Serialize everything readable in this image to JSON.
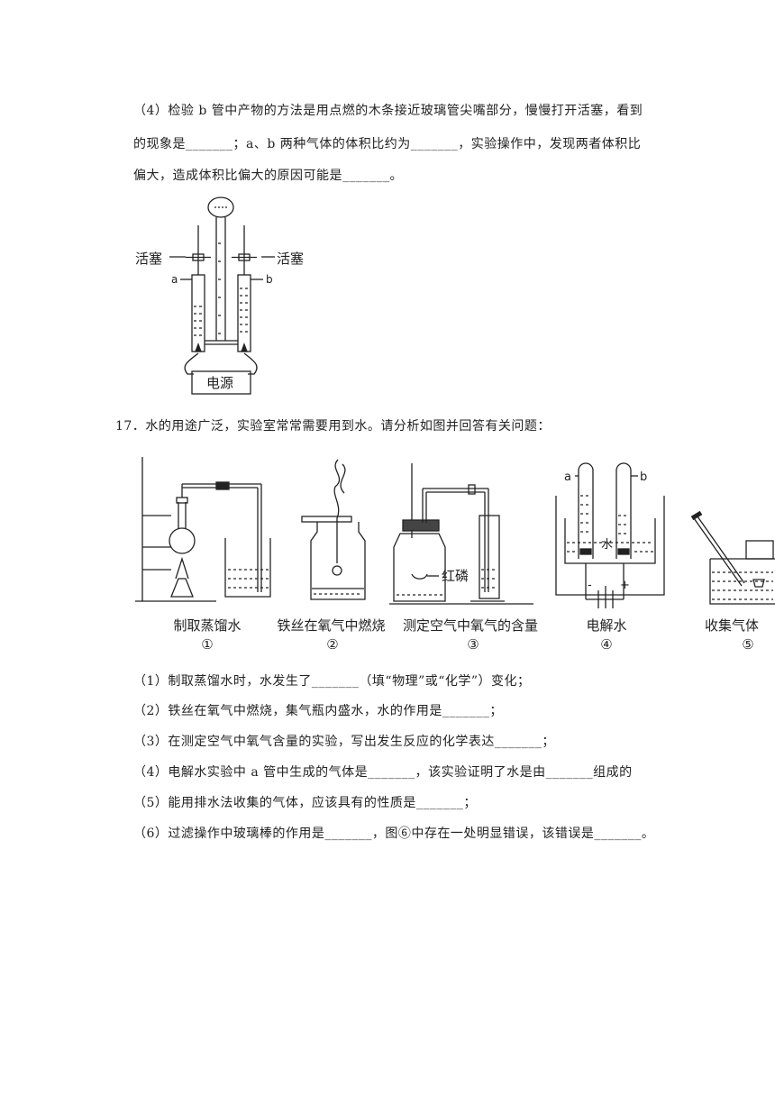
{
  "q16_part4": {
    "line1": "（4）检验 b 管中产物的方法是用点燃的木条接近玻璃管尖嘴部分，慢慢打开活塞，看到",
    "line2": "的现象是_______；a、b 两种气体的体积比约为_______，实验操作中，发现两者体积比",
    "line3": "偏大，造成体积比偏大的原因可能是_______。"
  },
  "fig1": {
    "left_valve": "活塞",
    "right_valve": "活塞",
    "tube_a": "a",
    "tube_b": "b",
    "power": "电源"
  },
  "q17": {
    "stem": "17．水的用途广泛，实验室常常需要用到水。请分析如图并回答有关问题：",
    "figures": [
      {
        "caption": "制取蒸馏水",
        "number": "①"
      },
      {
        "caption": "铁丝在氧气中燃烧",
        "number": "②"
      },
      {
        "caption": "测定空气中氧气的含量",
        "number": "③",
        "inner_label": "红磷"
      },
      {
        "caption": "电解水",
        "number": "④",
        "tube_a": "a",
        "tube_b": "b",
        "water": "水",
        "minus": "-",
        "plus": "+"
      },
      {
        "caption": "收集气体",
        "number": "⑤"
      }
    ],
    "questions": [
      "（1）制取蒸馏水时，水发生了_______（填“物理”或“化学”）变化；",
      "（2）铁丝在氧气中燃烧，集气瓶内盛水，水的作用是_______；",
      "（3）在测定空气中氧气含量的实验，写出发生反应的化学表达_______；",
      "（4）电解水实验中 a 管中生成的气体是_______，该实验证明了水是由_______组成的",
      "（5）能用排水法收集的气体，应该具有的性质是_______；",
      "（6）过滤操作中玻璃棒的作用是_______，图⑥中存在一处明显错误，该错误是_______。"
    ]
  }
}
